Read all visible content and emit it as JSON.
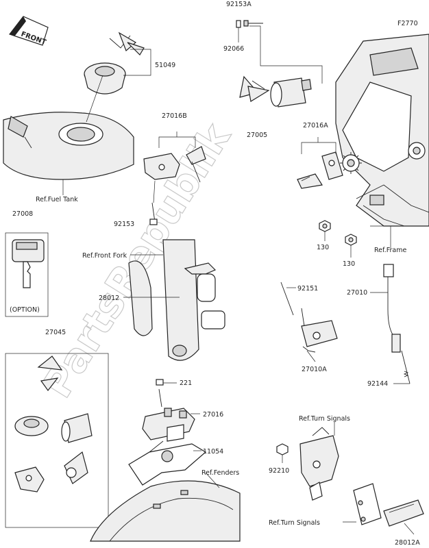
{
  "diagram_id": "F2770",
  "front_badge": "FRONT",
  "watermark": "PartsRepublik",
  "labels": {
    "p92153A": "92153A",
    "p92066": "92066",
    "p51049": "51049",
    "p27005": "27005",
    "p27016B": "27016B",
    "p27016A": "27016A",
    "refFuelTank": "Ref.Fuel Tank",
    "p92153": "92153",
    "p27008": "27008",
    "option": "(OPTION)",
    "refFrontFork": "Ref.Front Fork",
    "p28012": "28012",
    "p130a": "130",
    "p130b": "130",
    "refFrame": "Ref.Frame",
    "p92151": "92151",
    "p27010": "27010",
    "p27010A": "27010A",
    "p27045": "27045",
    "p221": "221",
    "p27016": "27016",
    "p92144": "92144",
    "p11054": "11054",
    "refTurnSignals1": "Ref.Turn Signals",
    "p92210": "92210",
    "refFenders": "Ref.Fenders",
    "refTurnSignals2": "Ref.Turn Signals",
    "p28012A": "28012A"
  },
  "colors": {
    "line": "#222222",
    "fill": "#eeeeee",
    "watermark": "#c8c8c8"
  },
  "icons": [
    "key-icon",
    "front-arrow-icon",
    "bolt-icon",
    "gear-icon"
  ]
}
